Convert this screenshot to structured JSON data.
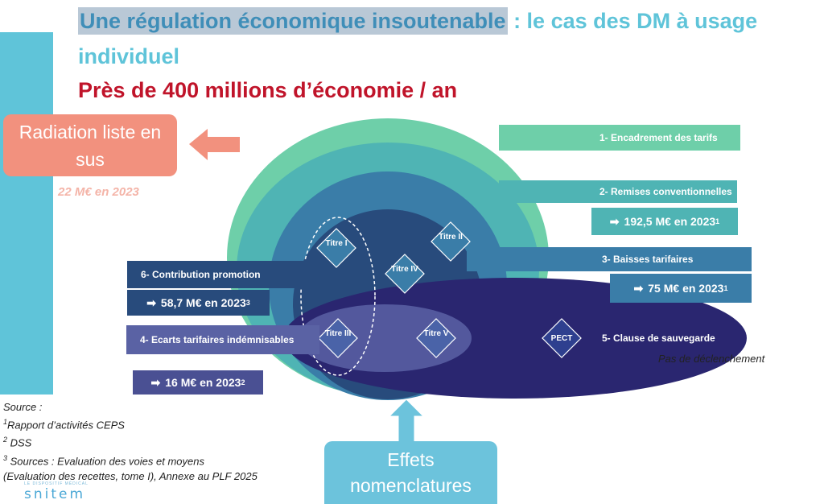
{
  "title": {
    "highlighted": "Une régulation économique insoutenable",
    "rest_line1": " : le cas des DM à usage",
    "rest_line2": "individuel"
  },
  "subtitle": "Près de 400 millions d’économie / an",
  "radiation": {
    "label": "Radiation liste en sus",
    "note": "22 M€ en 2023"
  },
  "bands": {
    "b1": "1- Encadrement des tarifs",
    "b2": "2- Remises conventionnelles",
    "b2_value": "192,5 M€ en 2023",
    "b2_sup": "1",
    "b3": "3- Baisses tarifaires",
    "b3_value": "75 M€ en 2023",
    "b3_sup": "1",
    "b4": "4- Ecarts tarifaires indémnisables",
    "b4_value": "16 M€ en 2023",
    "b4_sup": "2",
    "b5": "5- Clause de sauvegarde",
    "b5_note": "Pas de déclenchement",
    "b6": "6- Contribution promotion",
    "b6_value": "58,7 M€ en 2023",
    "b6_sup": "3"
  },
  "diamonds": {
    "titre1": "Titre I",
    "titre2": "Titre II",
    "titre3": "Titre III",
    "titre4": "Titre IV",
    "titre5": "Titre V",
    "pect": "PECT"
  },
  "sources": {
    "heading": "Source :",
    "s1_sup": "1",
    "s1": "Rapport d’activités CEPS",
    "s2_sup": "2",
    "s2": " DSS",
    "s3_sup": "3",
    "s3": " Sources : Evaluation des voies et moyens",
    "s3b": "(Evaluation des recettes, tome I), Annexe au PLF 2025"
  },
  "effets": "Effets nomenclatures",
  "logo": {
    "tagline": "LE DISPOSITIF MÉDICAL",
    "name": "snitem"
  },
  "colors": {
    "accent_blue": "#5fc4d9",
    "title_red": "#c0142a",
    "salmon": "#f2917e",
    "green": "#6ecfa9",
    "teal": "#4fb4b4",
    "blue": "#3a7da8",
    "navy": "#284b7c",
    "indigo": "#2a2670"
  },
  "icons": [
    "arrow-right-icon",
    "arrow-left-icon",
    "arrow-up-icon",
    "diamond-icon"
  ]
}
